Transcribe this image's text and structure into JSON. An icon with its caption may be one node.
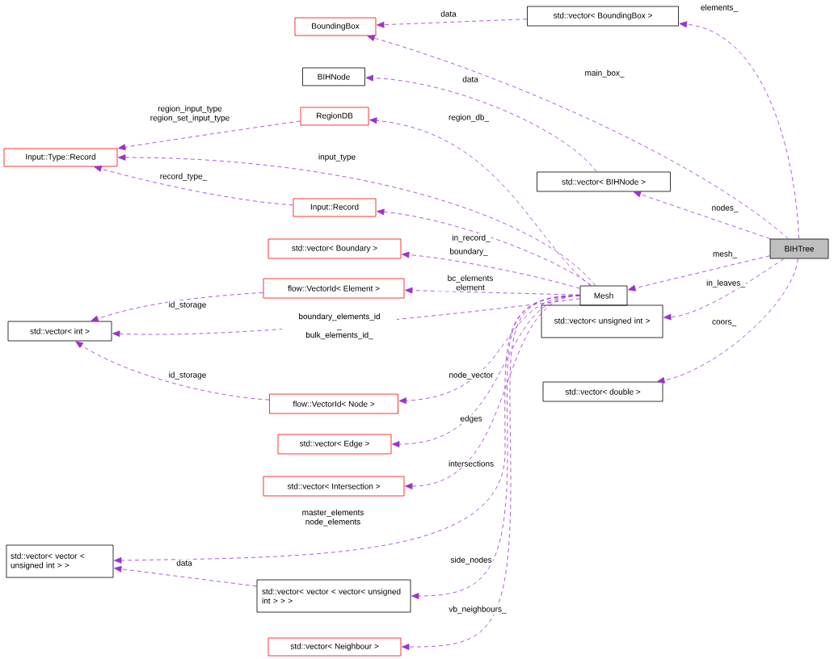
{
  "diagram": {
    "nodes": [
      {
        "text": [
          "BoundingBox"
        ]
      },
      {
        "text": [
          "std::vector< BoundingBox >"
        ]
      },
      {
        "text": [
          "BIHNode"
        ]
      },
      {
        "text": [
          "RegionDB"
        ]
      },
      {
        "text": [
          "Input::Type::Record"
        ]
      },
      {
        "text": [
          "std::vector< BIHNode >"
        ]
      },
      {
        "text": [
          "Input::Record"
        ]
      },
      {
        "text": [
          "std::vector< Boundary >"
        ]
      },
      {
        "text": [
          "BIHTree"
        ]
      },
      {
        "text": [
          "flow::VectorId< Element >"
        ]
      },
      {
        "text": [
          "Mesh"
        ]
      },
      {
        "text": [
          "std::vector< unsigned int >"
        ]
      },
      {
        "text": [
          "std::vector< int >"
        ]
      },
      {
        "text": [
          "std::vector< double >"
        ]
      },
      {
        "text": [
          "flow::VectorId< Node >"
        ]
      },
      {
        "text": [
          "std::vector< Edge >"
        ]
      },
      {
        "text": [
          "std::vector< Intersection >"
        ]
      },
      {
        "text": [
          "std::vector< vector < unsigned int > >"
        ]
      },
      {
        "text": [
          "std::vector< vector < vector< unsigned int > > >"
        ]
      },
      {
        "text": [
          "std::vector< Neighbour >"
        ]
      }
    ],
    "edges": [
      {
        "from": 1,
        "to": 0,
        "arrow": "to",
        "label": "data"
      },
      {
        "from": 8,
        "to": 1,
        "arrow": "to",
        "label": "elements_"
      },
      {
        "from": 8,
        "to": 0,
        "arrow": "to",
        "label": "main_box_"
      },
      {
        "from": 5,
        "to": 2,
        "arrow": "to",
        "label": "data"
      },
      {
        "from": 3,
        "to": 4,
        "arrow": "to",
        "label": "region_input_type region_set_input_type"
      },
      {
        "from": 10,
        "to": 3,
        "arrow": "to",
        "label": "region_db_"
      },
      {
        "from": 10,
        "to": 4,
        "arrow": "to",
        "label": "input_type"
      },
      {
        "from": 6,
        "to": 4,
        "arrow": "to",
        "label": "record_type_"
      },
      {
        "from": 8,
        "to": 5,
        "arrow": "to",
        "label": "nodes_"
      },
      {
        "from": 10,
        "to": 6,
        "arrow": "to",
        "label": "in_record_"
      },
      {
        "from": 10,
        "to": 7,
        "arrow": "to",
        "label": "boundary_"
      },
      {
        "from": 8,
        "to": 10,
        "arrow": "to",
        "label": "mesh_"
      },
      {
        "from": 10,
        "to": 9,
        "arrow": "to",
        "label": "bc_elements element"
      },
      {
        "from": 9,
        "to": 12,
        "arrow": "to",
        "label": "id_storage"
      },
      {
        "from": 10,
        "to": 12,
        "arrow": "to",
        "label": "boundary_elements_id _ bulk_elements_id_"
      },
      {
        "from": 8,
        "to": 11,
        "arrow": "to",
        "label": "in_leaves_"
      },
      {
        "from": 8,
        "to": 13,
        "arrow": "to",
        "label": "coors_"
      },
      {
        "from": 14,
        "to": 12,
        "arrow": "to",
        "label": "id_storage"
      },
      {
        "from": 10,
        "to": 14,
        "arrow": "to",
        "label": "node_vector"
      },
      {
        "from": 10,
        "to": 15,
        "arrow": "to",
        "label": "edges"
      },
      {
        "from": 10,
        "to": 16,
        "arrow": "to",
        "label": "intersections"
      },
      {
        "from": 10,
        "to": 17,
        "arrow": "to",
        "label": "master_elements node_elements"
      },
      {
        "from": 18,
        "to": 17,
        "arrow": "to",
        "label": "data"
      },
      {
        "from": 10,
        "to": 18,
        "arrow": "to",
        "label": "side_nodes"
      },
      {
        "from": 10,
        "to": 19,
        "arrow": "to",
        "label": "vb_neighbours_"
      }
    ]
  }
}
